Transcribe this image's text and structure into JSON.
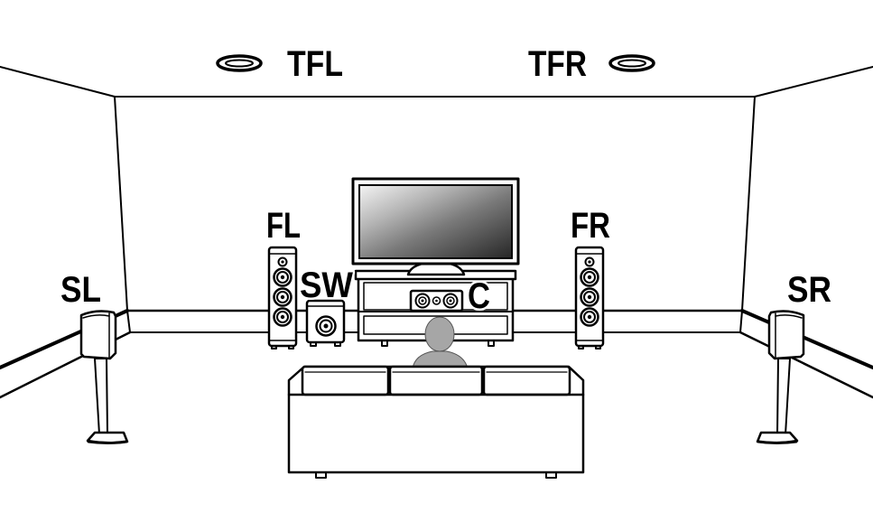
{
  "labels": {
    "tfl": "TFL",
    "tfr": "TFR",
    "fl": "FL",
    "fr": "FR",
    "sw": "SW",
    "c": "C",
    "sl": "SL",
    "sr": "SR"
  },
  "colors": {
    "line": "#000000",
    "listener": "#a6a6a6"
  }
}
